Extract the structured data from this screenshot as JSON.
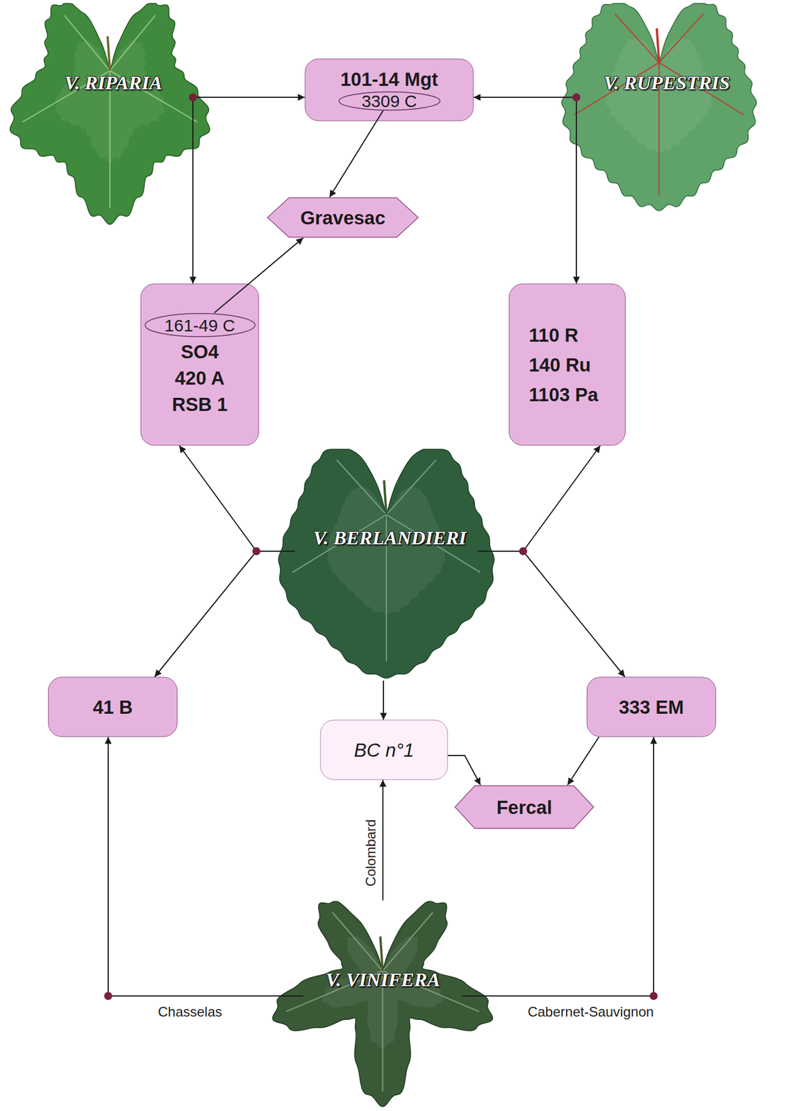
{
  "diagram": {
    "nodes": [
      {
        "text": [
          "V. RIPARIA"
        ]
      },
      {
        "text": [
          "101-14 Mgt"
        ]
      },
      {
        "text": [
          "3309 C"
        ],
        "in": 1
      },
      {
        "text": [
          "V. RUPESTRIS"
        ]
      },
      {
        "text": [
          "Gravesac"
        ]
      },
      {
        "text": [
          "SO4",
          "420 A",
          "RSB 1"
        ]
      },
      {
        "text": [
          "161-49 C"
        ],
        "in": 5
      },
      {
        "text": [
          "110 R",
          "140 Ru",
          "1103 Pa"
        ]
      },
      {
        "text": [
          "V. BERLANDIERI"
        ]
      },
      {
        "text": [
          "41 B"
        ]
      },
      {
        "text": [
          "BC n°1"
        ]
      },
      {
        "text": [
          "333 EM"
        ]
      },
      {
        "text": [
          "Fercal"
        ]
      },
      {
        "text": [
          "V. VINIFERA"
        ]
      }
    ],
    "edges": [
      {
        "from": 0,
        "to": 1,
        "arrow": "to"
      },
      {
        "from": 3,
        "to": 1,
        "arrow": "to"
      },
      {
        "from": 0,
        "to": 5,
        "arrow": "to"
      },
      {
        "from": 8,
        "to": 5,
        "arrow": "to"
      },
      {
        "from": 3,
        "to": 7,
        "arrow": "to"
      },
      {
        "from": 8,
        "to": 7,
        "arrow": "to"
      },
      {
        "from": 2,
        "to": 4,
        "arrow": "to"
      },
      {
        "from": 6,
        "to": 4,
        "arrow": "to"
      },
      {
        "from": 8,
        "to": 9,
        "arrow": "to"
      },
      {
        "from": 13,
        "to": 9,
        "label": "Chasselas",
        "arrow": "to"
      },
      {
        "from": 8,
        "to": 10,
        "arrow": "to"
      },
      {
        "from": 13,
        "to": 10,
        "label": "Colombard",
        "arrow": "to"
      },
      {
        "from": 8,
        "to": 11,
        "arrow": "to"
      },
      {
        "from": 13,
        "to": 11,
        "label": "Cabernet-Sauvignon",
        "arrow": "to"
      },
      {
        "from": 10,
        "to": 12,
        "arrow": "to"
      },
      {
        "from": 11,
        "to": 12,
        "arrow": "to"
      }
    ]
  }
}
